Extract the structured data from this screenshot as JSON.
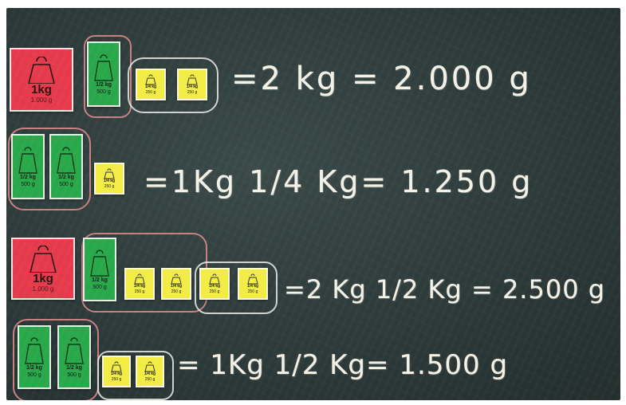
{
  "rows": [
    {
      "equation": "=2 kg = 2.000 g",
      "cards": [
        {
          "color": "red",
          "label": "1kg",
          "sub": "1.000 g"
        },
        {
          "color": "green",
          "label": "1/2 kg",
          "sub": "500 g"
        },
        {
          "color": "yellow",
          "label": "1/4 kg",
          "sub": "250 g"
        },
        {
          "color": "yellow",
          "label": "1/4 kg",
          "sub": "250 g"
        }
      ]
    },
    {
      "equation": "=1Kg 1/4 Kg= 1.250 g",
      "cards": [
        {
          "color": "green",
          "label": "1/2 kg",
          "sub": "500 g"
        },
        {
          "color": "green",
          "label": "1/2 kg",
          "sub": "500 g"
        },
        {
          "color": "yellow",
          "label": "1/4 kg",
          "sub": "250 g"
        }
      ]
    },
    {
      "equation": "=2 Kg 1/2 Kg = 2.500 g",
      "cards": [
        {
          "color": "red",
          "label": "1kg",
          "sub": "1.000 g"
        },
        {
          "color": "green",
          "label": "1/2 kg",
          "sub": "500 g"
        },
        {
          "color": "yellow",
          "label": "1/4 kg",
          "sub": "250 g"
        },
        {
          "color": "yellow",
          "label": "1/4 kg",
          "sub": "250 g"
        },
        {
          "color": "yellow",
          "label": "1/4 kg",
          "sub": "250 g"
        },
        {
          "color": "yellow",
          "label": "1/4 kg",
          "sub": "250 g"
        }
      ]
    },
    {
      "equation": "= 1Kg 1/2 Kg= 1.500 g",
      "cards": [
        {
          "color": "green",
          "label": "1/2 kg",
          "sub": "500 g"
        },
        {
          "color": "green",
          "label": "1/2 kg",
          "sub": "500 g"
        },
        {
          "color": "yellow",
          "label": "1/4 kg",
          "sub": "250 g"
        },
        {
          "color": "yellow",
          "label": "1/4 kg",
          "sub": "250 g"
        }
      ]
    }
  ]
}
